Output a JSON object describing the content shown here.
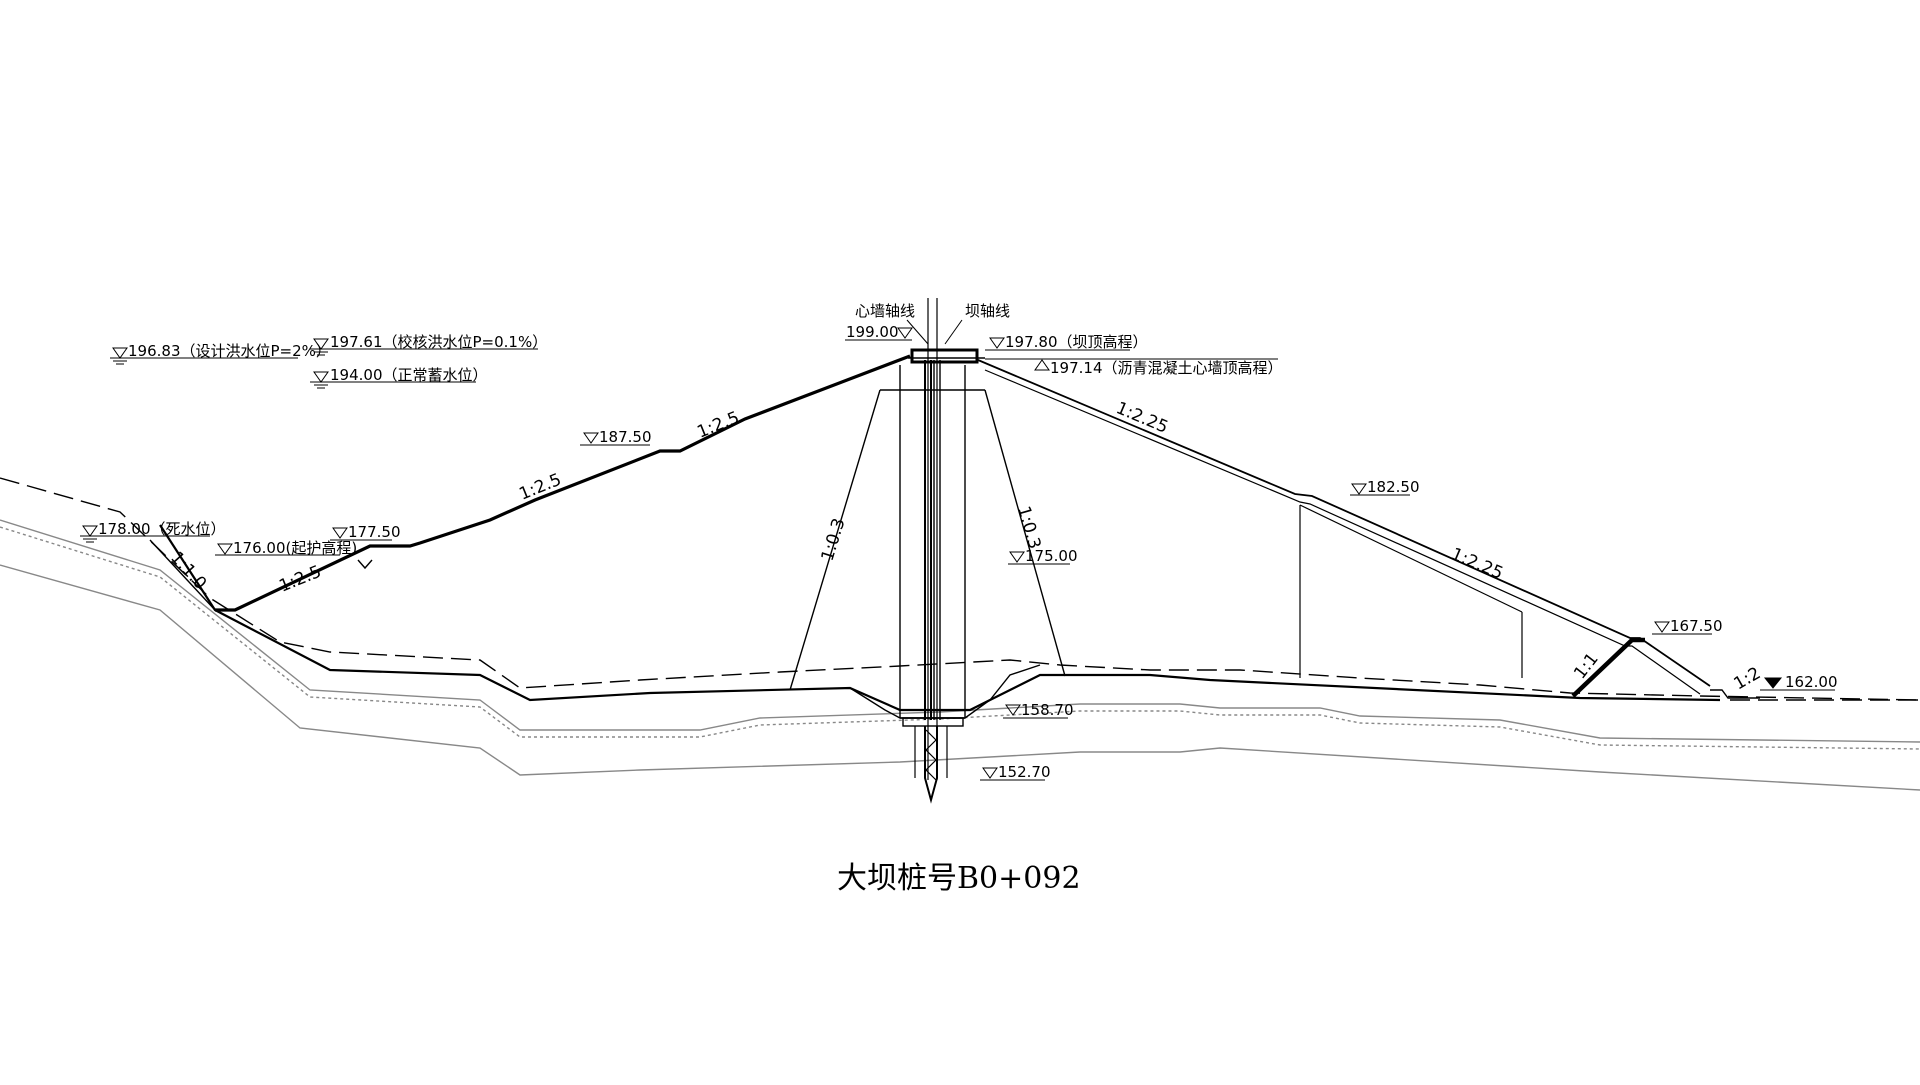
{
  "caption": "大坝桩号B0+092",
  "axes": {
    "core_wall_axis": "心墙轴线",
    "dam_axis": "坝轴线"
  },
  "water_levels": {
    "design_flood": "196.83（设计洪水位P=2%）",
    "check_flood": "197.61（校核洪水位P=0.1%）",
    "normal_pool": "194.00（正常蓄水位）",
    "dead_level": "178.00（死水位）",
    "protection_start": "176.00(起护高程)"
  },
  "elevations": {
    "e199": "199.00",
    "crest": "197.80（坝顶高程）",
    "core_top": "197.14（沥青混凝土心墙顶高程）",
    "e187_50": "187.50",
    "e177_50": "177.50",
    "e175_00": "175.00",
    "e182_50": "182.50",
    "e167_50": "167.50",
    "e162_00": "162.00",
    "e158_70": "158.70",
    "e152_70": "152.70"
  },
  "slopes": {
    "up_upper": "1:2.5",
    "up_middle": "1:2.5",
    "up_lower": "1:2.5",
    "up_toe": "1:1.0",
    "core_left": "1:0.3",
    "core_right": "1:0.3",
    "down_upper": "1:2.25",
    "down_lower": "1:2.25",
    "toe_left": "1:1",
    "toe_right": "1:2"
  },
  "colors": {
    "line": "#000000",
    "ground": "#888888"
  }
}
